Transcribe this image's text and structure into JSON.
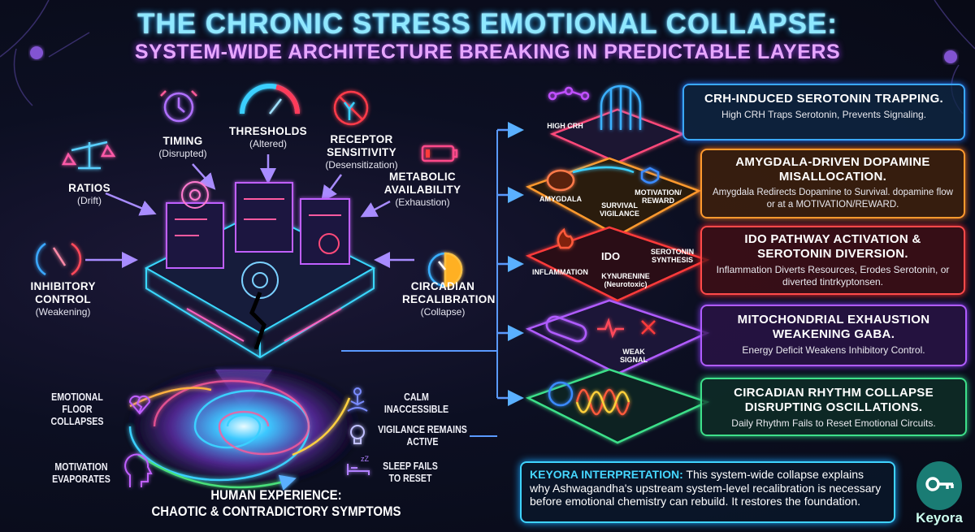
{
  "title": {
    "line1": "THE CHRONIC STRESS EMOTIONAL COLLAPSE:",
    "line2": "SYSTEM-WIDE ARCHITECTURE BREAKING IN PREDICTABLE LAYERS"
  },
  "inputs": [
    {
      "name": "TIMING",
      "state": "(Disrupted)",
      "icon": "alarm-clock-icon"
    },
    {
      "name": "THRESHOLDS",
      "state": "(Altered)",
      "icon": "gauge-icon"
    },
    {
      "name": "RECEPTOR SENSITIVITY",
      "state": "(Desensitization)",
      "icon": "blocked-receptor-icon"
    },
    {
      "name": "RATIOS",
      "state": "(Drift)",
      "icon": "scale-icon"
    },
    {
      "name": "METABOLIC AVAILABILITY",
      "state": "(Exhaustion)",
      "icon": "low-battery-icon"
    },
    {
      "name": "INHIBITORY CONTROL",
      "state": "(Weakening)",
      "icon": "broken-brake-icon"
    },
    {
      "name": "CIRCADIAN RECALIBRATION",
      "state": "(Collapse)",
      "icon": "day-night-clock-icon"
    }
  ],
  "symptoms": {
    "items": [
      "EMOTIONAL FLOOR COLLAPSES",
      "MOTIVATION EVAPORATES",
      "CALM INACCESSIBLE",
      "VIGILANCE REMAINS ACTIVE",
      "SLEEP FAILS TO RESET"
    ],
    "title1": "HUMAN EXPERIENCE:",
    "title2": "CHAOTIC & CONTRADICTORY SYMPTOMS"
  },
  "layers": [
    {
      "title": "CRH-INDUCED SEROTONIN TRAPPING.",
      "desc": "High CRH Traps Serotonin, Prevents Signaling.",
      "labels": [
        "HIGH CRH"
      ],
      "color": "#3aa8ff"
    },
    {
      "title": "AMYGDALA-DRIVEN DOPAMINE MISALLOCATION.",
      "desc": "Amygdala Redirects Dopamine to Survival. dopamine flow or at a MOTIVATION/REWARD.",
      "labels": [
        "AMYGDALA",
        "SURVIVAL VIGILANCE",
        "MOTIVATION/ REWARD"
      ],
      "color": "#ff9a2e"
    },
    {
      "title": "IDO PATHWAY ACTIVATION & SEROTONIN DIVERSION.",
      "desc": "Inflammation Diverts Resources, Erodes Serotonin, or diverted tintrkyptonsen.",
      "labels": [
        "INFLAMMATION",
        "IDO",
        "SEROTONIN SYNTHESIS",
        "KYNURENINE (Neurotoxic)"
      ],
      "color": "#ff4a4a"
    },
    {
      "title": "MITOCHONDRIAL EXHAUSTION WEAKENING GABA.",
      "desc": "Energy Deficit Weakens Inhibitory Control.",
      "labels": [
        "WEAK SIGNAL"
      ],
      "color": "#b05cff"
    },
    {
      "title": "CIRCADIAN RHYTHM COLLAPSE DISRUPTING OSCILLATIONS.",
      "desc": "Daily Rhythm Fails to Reset Emotional Circuits.",
      "labels": [],
      "color": "#3ee08a"
    }
  ],
  "interpretation": {
    "label": "KEYORA INTERPRETATION:",
    "text": " This system-wide collapse explains why Ashwagandha's upstream system-level recalibration is necessary before emotional chemistry can rebuild. It restores the foundation."
  },
  "brand": {
    "name": "Keyora",
    "color": "#1a7c74"
  }
}
